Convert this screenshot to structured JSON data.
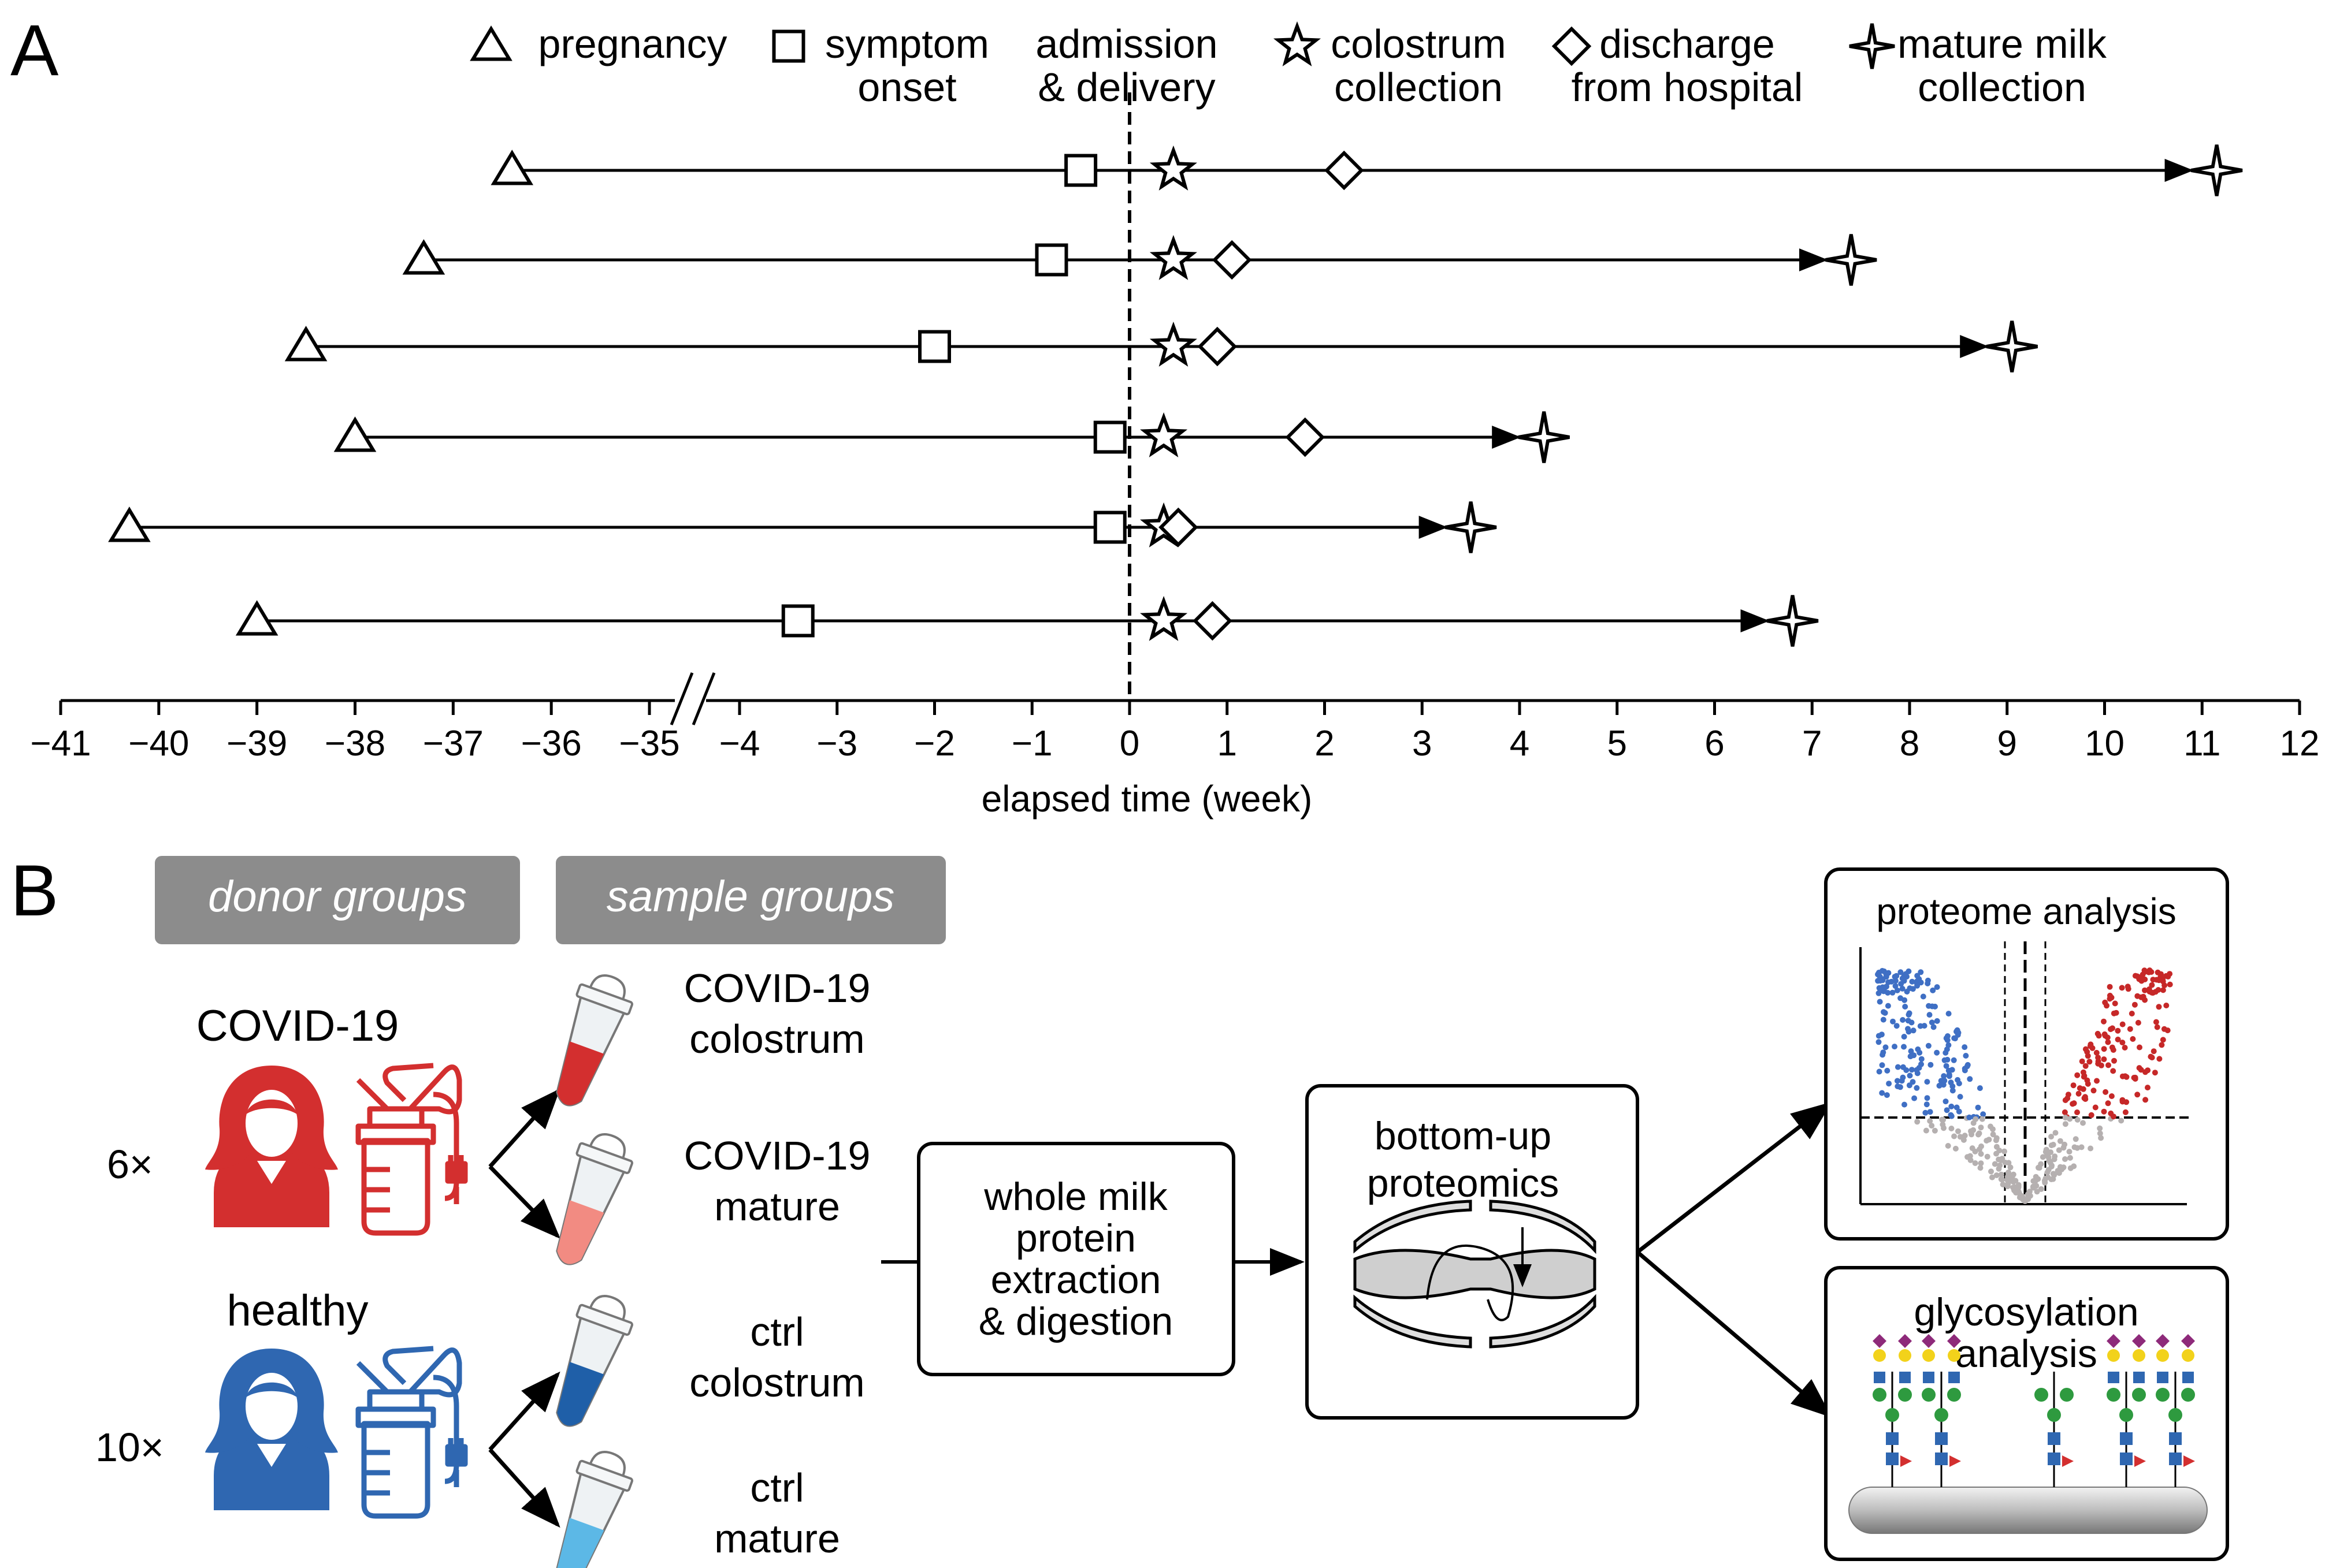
{
  "panel_a": {
    "letter": "A",
    "legend": [
      {
        "symbol": "triangle",
        "lines": [
          "pregnancy"
        ]
      },
      {
        "symbol": "square",
        "lines": [
          "symptom",
          "onset"
        ]
      },
      {
        "symbol": "none",
        "lines": [
          "admission",
          "& delivery"
        ]
      },
      {
        "symbol": "star5",
        "lines": [
          "colostrum",
          "collection"
        ]
      },
      {
        "symbol": "diamond",
        "lines": [
          "discharge",
          "from hospital"
        ]
      },
      {
        "symbol": "star4",
        "lines": [
          "mature milk",
          "collection"
        ]
      }
    ],
    "x_axis_label": "elapsed time (week)",
    "x_ticks_left": [
      "−41",
      "−40",
      "−39",
      "−38",
      "−37",
      "−36",
      "−35"
    ],
    "x_ticks_right": [
      "−4",
      "−3",
      "−2",
      "−1",
      "0",
      "1",
      "2",
      "3",
      "4",
      "5",
      "6",
      "7",
      "8",
      "9",
      "10",
      "11",
      "12"
    ]
  },
  "chart_data": {
    "type": "scatter",
    "title": "",
    "xlabel": "elapsed time (week)",
    "ylabel": "",
    "x_axis_break": [
      -35,
      -4
    ],
    "xlim_left": [
      -41,
      -35
    ],
    "xlim_right": [
      -4,
      12
    ],
    "series": [
      {
        "name": "pregnancy",
        "values": [
          -36.4,
          -37.3,
          -38.5,
          -38.0,
          -40.3,
          -39.0
        ]
      },
      {
        "name": "symptom onset",
        "values": [
          -0.5,
          -0.8,
          -2.0,
          -0.2,
          -0.2,
          -3.4
        ]
      },
      {
        "name": "colostrum collection",
        "values": [
          0.45,
          0.45,
          0.45,
          0.35,
          0.35,
          0.35
        ]
      },
      {
        "name": "discharge from hospital",
        "values": [
          2.2,
          1.05,
          0.9,
          1.8,
          0.5,
          0.85
        ]
      },
      {
        "name": "mature milk collection",
        "values": [
          11.15,
          7.4,
          9.05,
          4.25,
          3.5,
          6.8
        ]
      }
    ]
  },
  "panel_b": {
    "letter": "B",
    "donor_groups_label": "donor groups",
    "sample_groups_label": "sample groups",
    "covid_label": "COVID-19",
    "covid_count": "6×",
    "healthy_label": "healthy",
    "healthy_count": "10×",
    "samples": [
      {
        "line1": "COVID-19",
        "line2": "colostrum",
        "color": "#d32f2f"
      },
      {
        "line1": "COVID-19",
        "line2": "mature",
        "color": "#f28b82"
      },
      {
        "line1": "ctrl",
        "line2": "colostrum",
        "color": "#1f5fa8"
      },
      {
        "line1": "ctrl",
        "line2": "mature",
        "color": "#5cb8e6"
      }
    ],
    "extraction_lines": [
      "whole milk",
      "protein",
      "extraction",
      "& digestion"
    ],
    "proteomics_lines": [
      "bottom-up",
      "proteomics"
    ],
    "proteome_label": "proteome analysis",
    "glyco_lines": [
      "glycosylation",
      "analysis"
    ],
    "colors": {
      "covid_red": "#d32f2f",
      "healthy_blue": "#2f67b1",
      "label_box_gray": "#8c8c8c",
      "volcano_red": "#c62828",
      "volcano_blue": "#3f6fc4",
      "volcano_gray": "#b5b0b0"
    }
  }
}
